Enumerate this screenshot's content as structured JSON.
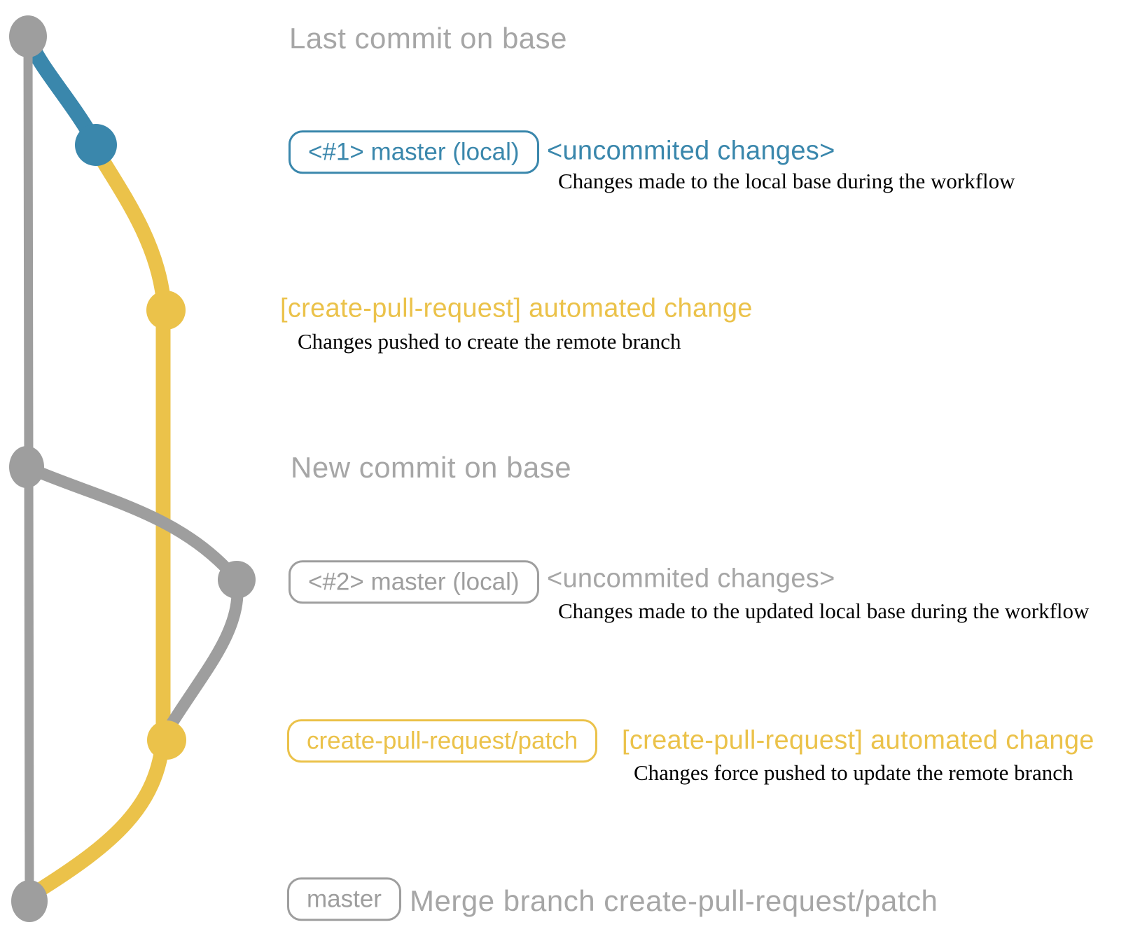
{
  "colors": {
    "base": "#9e9e9e",
    "muted_text": "#a6a6a6",
    "blue": "#3a87ac",
    "yellow": "#ebc24a",
    "desc_text": "#000000"
  },
  "graph": {
    "commits": [
      {
        "id": "last-commit-on-base",
        "branch": "master (remote base)",
        "color": "gray"
      },
      {
        "id": "local-master-1",
        "branch": "master (local)",
        "color": "blue"
      },
      {
        "id": "remote-patch-1",
        "branch": "create-pull-request/patch",
        "color": "yellow"
      },
      {
        "id": "new-commit-on-base",
        "branch": "master (remote base)",
        "color": "gray"
      },
      {
        "id": "local-master-2",
        "branch": "master (local)",
        "color": "gray"
      },
      {
        "id": "remote-patch-2-force-push",
        "branch": "create-pull-request/patch",
        "color": "yellow"
      },
      {
        "id": "merge-commit",
        "branch": "master (remote base)",
        "color": "gray"
      }
    ]
  },
  "annotations": {
    "row1": {
      "heading": "Last commit on base"
    },
    "row2": {
      "badge": "<#1> master (local)",
      "title": "<uncommited changes>",
      "description": "Changes made to the local base during the workflow"
    },
    "row3": {
      "title": "[create-pull-request] automated change",
      "description": "Changes pushed to create the remote branch"
    },
    "row4": {
      "heading": "New commit on base"
    },
    "row5": {
      "badge": "<#2> master (local)",
      "title": "<uncommited changes>",
      "description": "Changes made to the updated local base during the workflow"
    },
    "row6": {
      "badge": "create-pull-request/patch",
      "title": "[create-pull-request] automated change",
      "description": "Changes force pushed to update the remote branch"
    },
    "row7": {
      "badge": "master",
      "heading": "Merge branch create-pull-request/patch"
    }
  }
}
